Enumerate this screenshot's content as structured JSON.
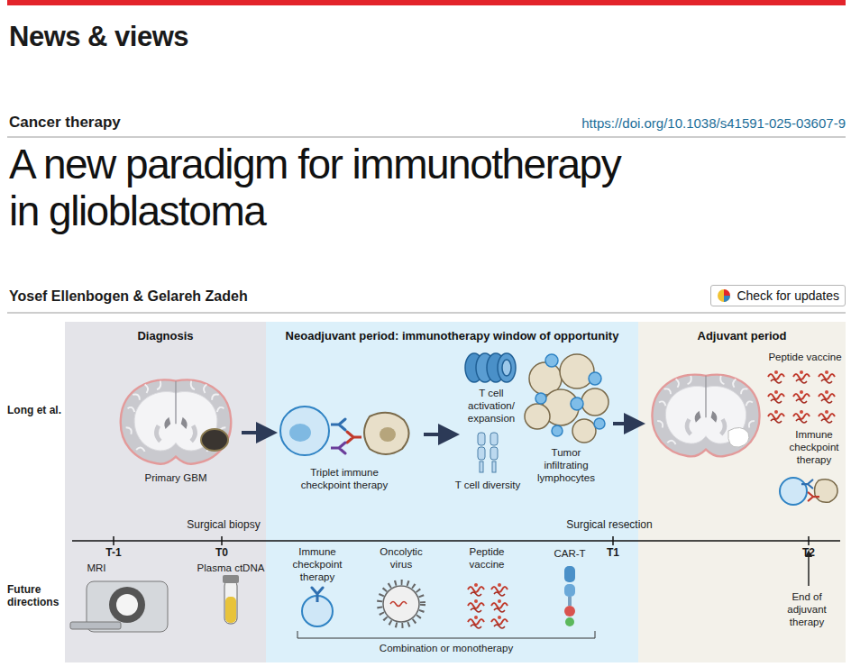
{
  "diagram": {
    "title": "A new paradigm for immunotherapy in glioblastoma",
    "nodes": [
      {
        "text": [
          "Check for updates"
        ]
      },
      {
        "text": [
          "Diagnosis"
        ]
      },
      {
        "text": [
          "Neoadjuvant period: immunotherapy window of opportunity"
        ]
      },
      {
        "text": [
          "Adjuvant period"
        ]
      }
    ],
    "labels": [
      "News & views",
      "Cancer therapy",
      "https://doi.org/10.1038/s41591-025-03607-9",
      "Yosef Ellenbogen & Gelareh Zadeh",
      "Long et al.",
      "Primary GBM",
      "Triplet immune checkpoint therapy",
      "T cell activation/ expansion",
      "T cell diversity",
      "Tumor infiltrating lymphocytes",
      "Peptide vaccine",
      "Immune checkpoint therapy",
      "Surgical biopsy",
      "Surgical resection",
      "T-1",
      "T0",
      "T1",
      "T2",
      "Future directions",
      "MRI",
      "Plasma ctDNA",
      "Immune checkpoint therapy",
      "Oncolytic virus",
      "Peptide vaccine",
      "CAR-T",
      "Combination or monotherapy",
      "End of adjuvant therapy"
    ]
  }
}
